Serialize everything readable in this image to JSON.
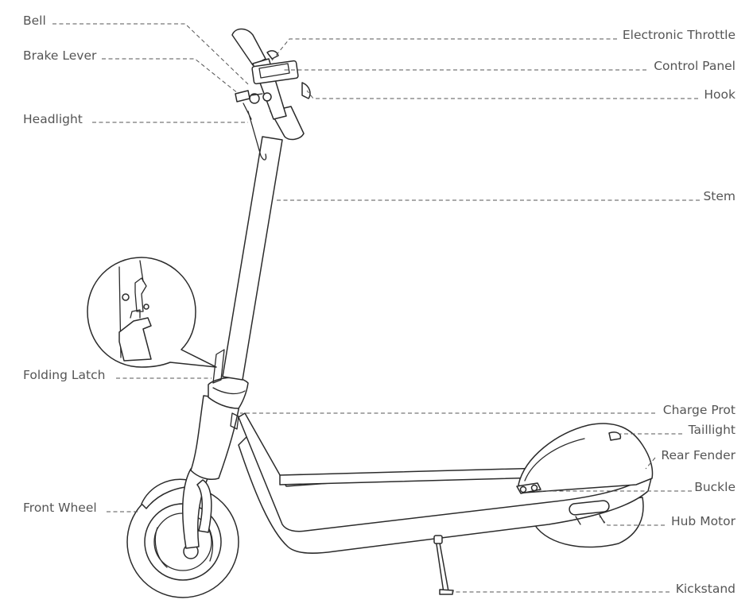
{
  "diagram": {
    "labels": {
      "bell": "Bell",
      "brake_lever": "Brake Lever",
      "headlight": "Headlight",
      "folding_latch": "Folding Latch",
      "front_wheel": "Front Wheel",
      "electronic_throttle": "Electronic Throttle",
      "control_panel": "Control Panel",
      "hook": "Hook",
      "stem": "Stem",
      "charge_port": "Charge Prot",
      "taillight": "Taillight",
      "rear_fender": "Rear Fender",
      "buckle": "Buckle",
      "hub_motor": "Hub Motor",
      "kickstand": "Kickstand"
    },
    "colors": {
      "line": "#2b2b2b",
      "label": "#555555",
      "background": "#ffffff"
    }
  }
}
